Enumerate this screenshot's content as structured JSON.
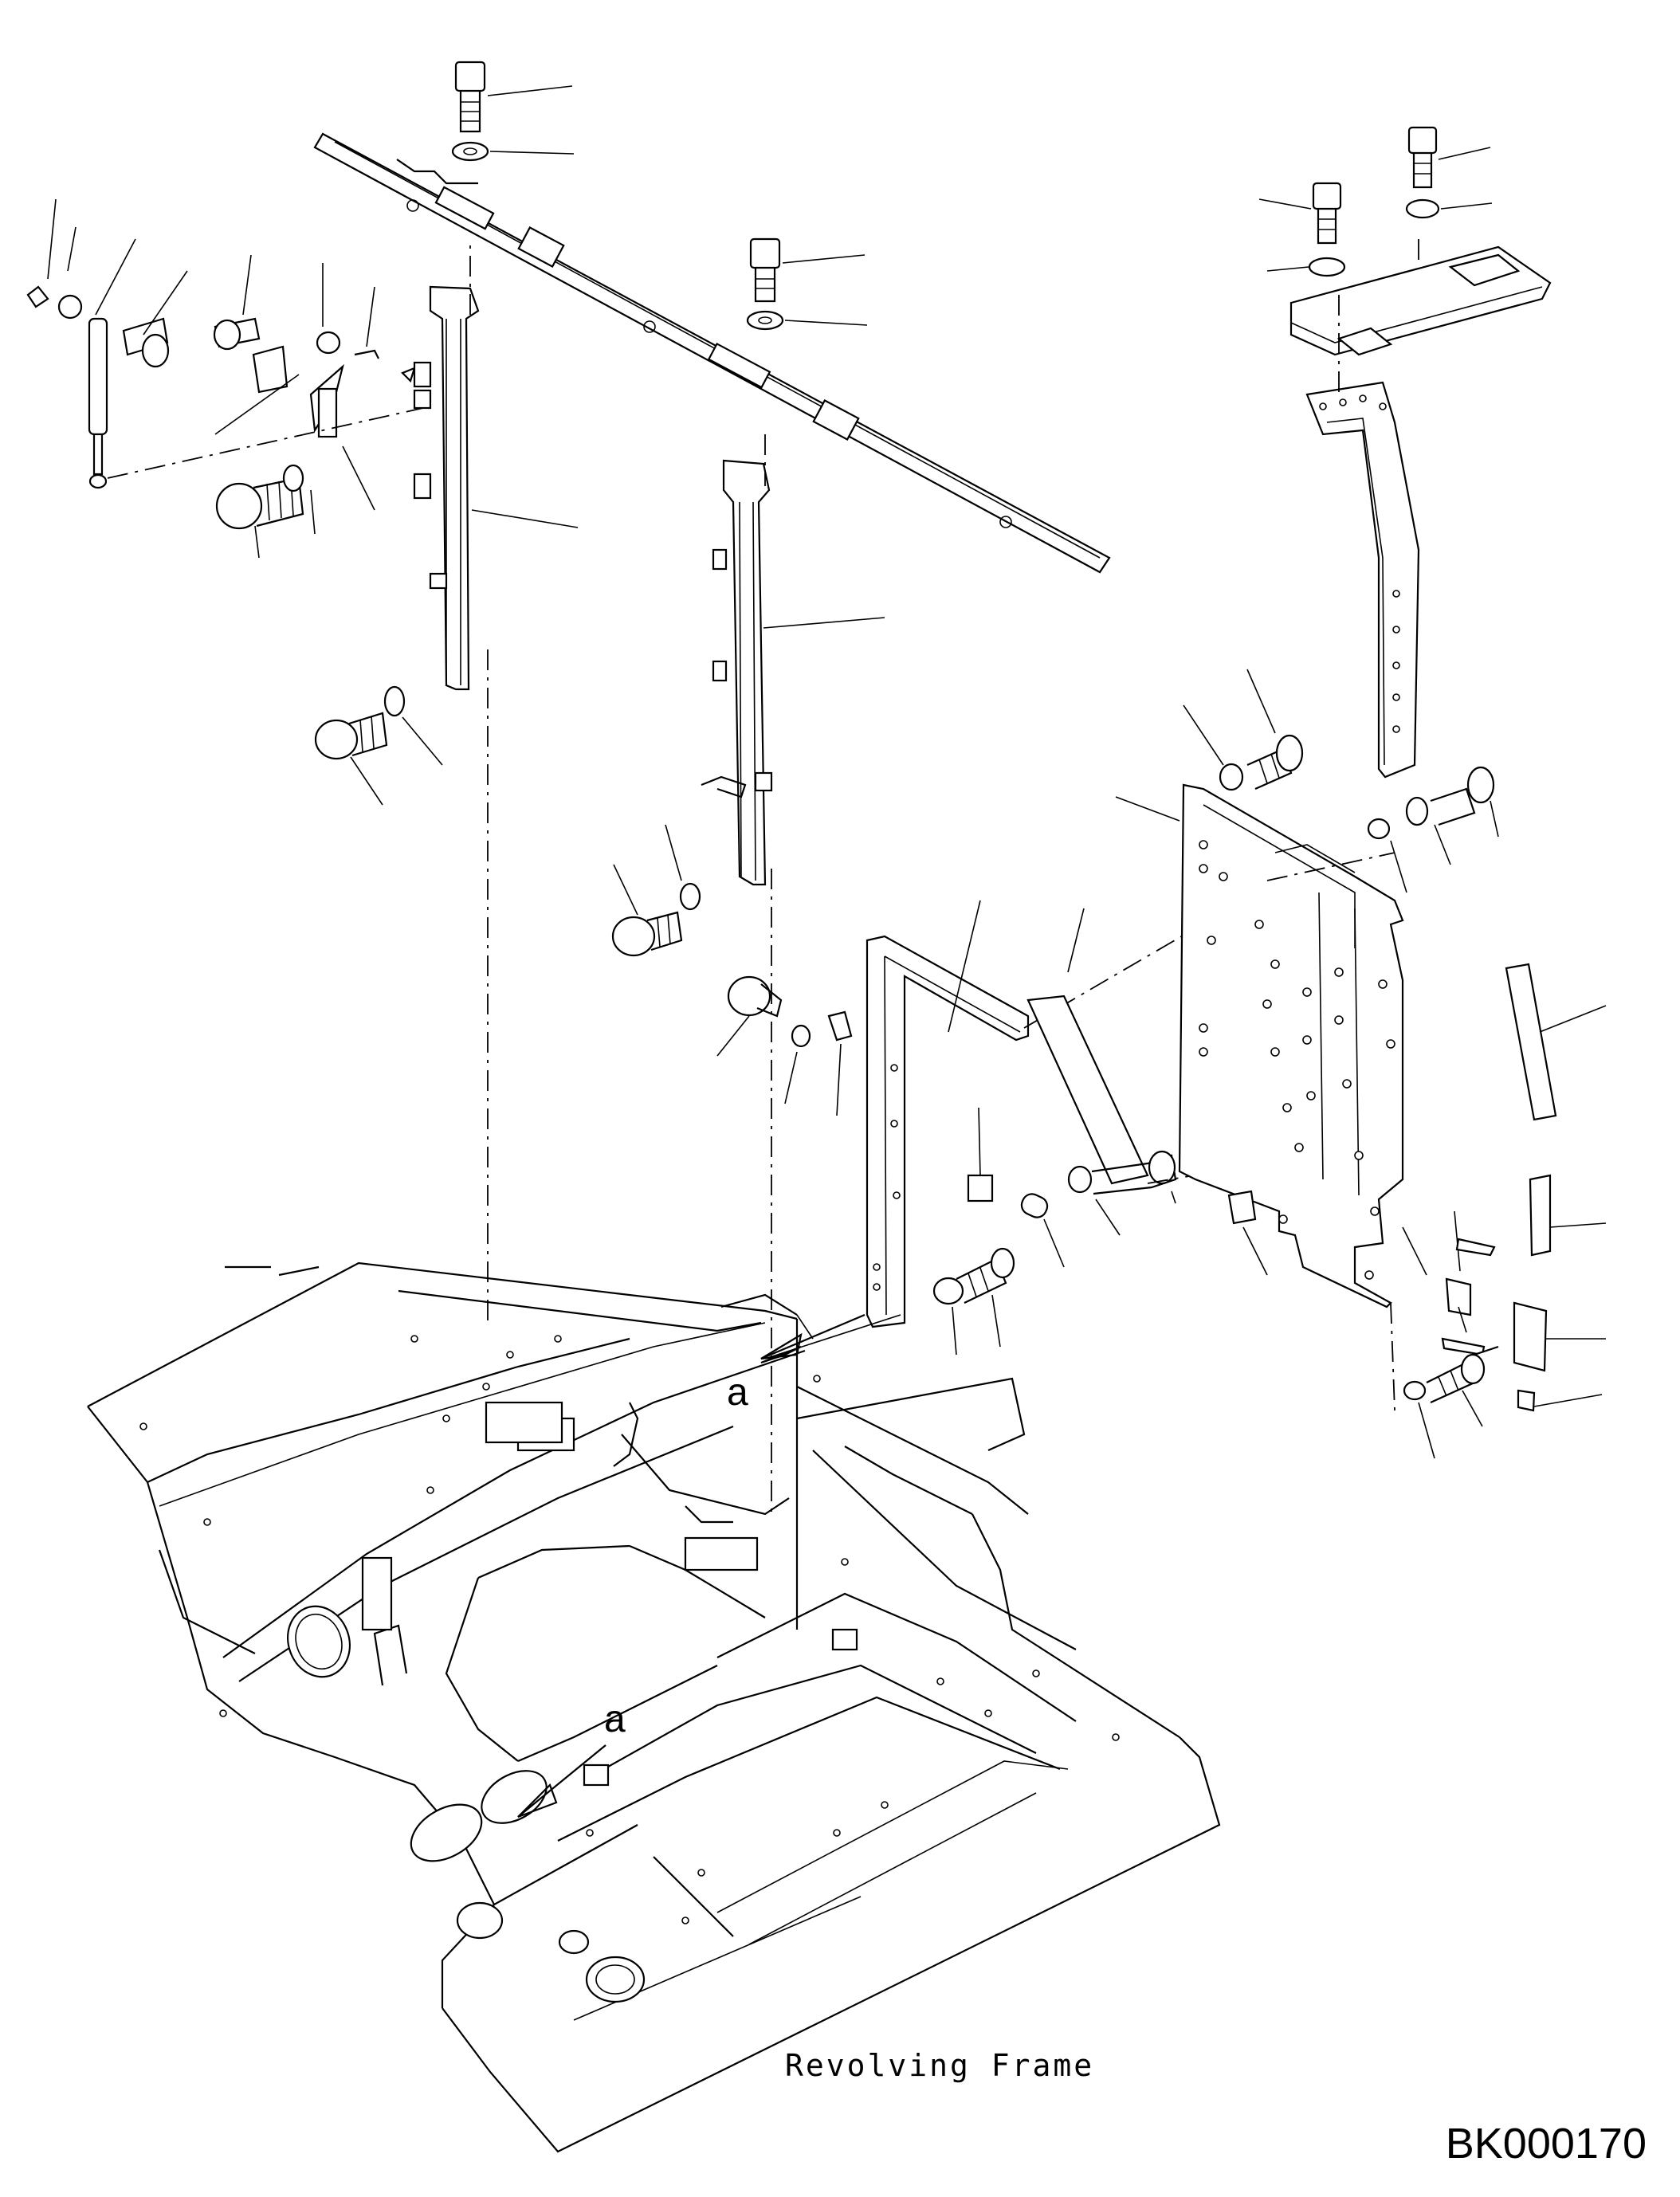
{
  "captions": {
    "frame_label": "Revolving Frame",
    "drawing_code": "BK000170"
  },
  "view_markers": {
    "upper": "a",
    "lower": "a"
  }
}
